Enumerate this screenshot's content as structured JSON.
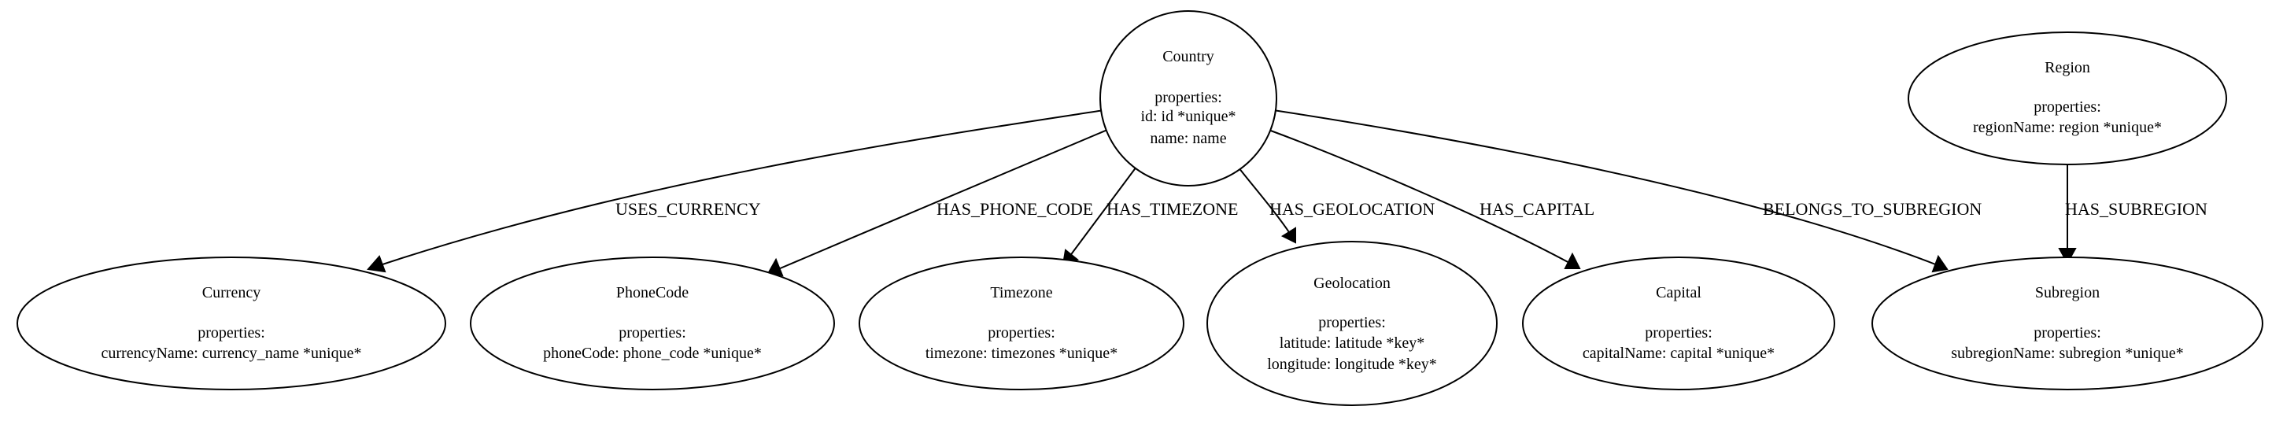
{
  "diagram": {
    "nodes": {
      "country": {
        "title": "Country",
        "properties_label": "properties:",
        "props": [
          "id: id *unique*",
          "name: name"
        ]
      },
      "region": {
        "title": "Region",
        "properties_label": "properties:",
        "props": [
          "regionName: region *unique*"
        ]
      },
      "currency": {
        "title": "Currency",
        "properties_label": "properties:",
        "props": [
          "currencyName: currency_name *unique*"
        ]
      },
      "phonecode": {
        "title": "PhoneCode",
        "properties_label": "properties:",
        "props": [
          "phoneCode: phone_code *unique*"
        ]
      },
      "timezone": {
        "title": "Timezone",
        "properties_label": "properties:",
        "props": [
          "timezone: timezones *unique*"
        ]
      },
      "geolocation": {
        "title": "Geolocation",
        "properties_label": "properties:",
        "props": [
          "latitude: latitude *key*",
          "longitude: longitude *key*"
        ]
      },
      "capital": {
        "title": "Capital",
        "properties_label": "properties:",
        "props": [
          "capitalName: capital *unique*"
        ]
      },
      "subregion": {
        "title": "Subregion",
        "properties_label": "properties:",
        "props": [
          "subregionName: subregion *unique*"
        ]
      }
    },
    "edges": {
      "uses_currency": "USES_CURRENCY",
      "has_phone_code": "HAS_PHONE_CODE",
      "has_timezone": "HAS_TIMEZONE",
      "has_geolocation": "HAS_GEOLOCATION",
      "has_capital": "HAS_CAPITAL",
      "belongs_to_subregion": "BELONGS_TO_SUBREGION",
      "has_subregion": "HAS_SUBREGION"
    }
  }
}
